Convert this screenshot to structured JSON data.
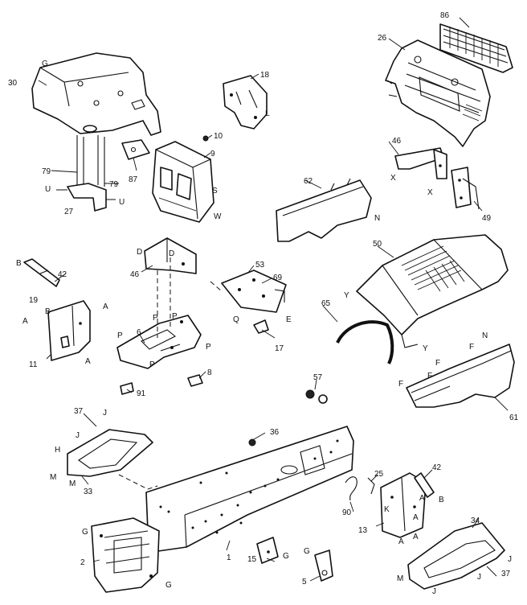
{
  "callouts": {
    "p86": "86",
    "p26": "26",
    "p30": "30",
    "p18": "18",
    "p10": "10",
    "p9": "9",
    "p79a": "79",
    "p79b": "79",
    "p27": "27",
    "p87": "87",
    "p46a": "46",
    "p62": "62",
    "p49": "49",
    "p42a": "42",
    "p46b": "46",
    "p53": "53",
    "p69": "69",
    "p50": "50",
    "p6": "6",
    "p11": "11",
    "p17": "17",
    "p65": "65",
    "p8": "8",
    "p91": "91",
    "p57": "57",
    "p61": "61",
    "p37a": "37",
    "p36": "36",
    "p33": "33",
    "p25": "25",
    "p42b": "42",
    "p90": "90",
    "p13": "13",
    "p34": "34",
    "p2": "2",
    "p1": "1",
    "p15": "15",
    "p5": "5",
    "p37b": "37",
    "p19": "19"
  },
  "letters": {
    "G1": "G",
    "U1": "U",
    "U2": "U",
    "S1": "S",
    "W1": "W",
    "L1": "L",
    "X1": "X",
    "X2": "X",
    "N1": "N",
    "B1": "B",
    "B2": "B",
    "A1": "A",
    "A2": "A",
    "A3": "A",
    "D1": "D",
    "D2": "D",
    "P1": "P",
    "P2": "P",
    "P3": "P",
    "P4": "P",
    "P5": "P",
    "Q1": "Q",
    "E1": "E",
    "Y1": "Y",
    "Y2": "Y",
    "N2": "N",
    "F1": "F",
    "F2": "F",
    "F3": "F",
    "F4": "F",
    "J1": "J",
    "J2": "J",
    "H1": "H",
    "M1": "M",
    "M2": "M",
    "G2": "G",
    "G3": "G",
    "G4": "G",
    "G5": "G",
    "B3": "B",
    "A4": "A",
    "A5": "A",
    "K1": "K",
    "A6": "A",
    "M3": "M",
    "J3": "J",
    "J4": "J",
    "J5": "J",
    "A7": "A"
  }
}
